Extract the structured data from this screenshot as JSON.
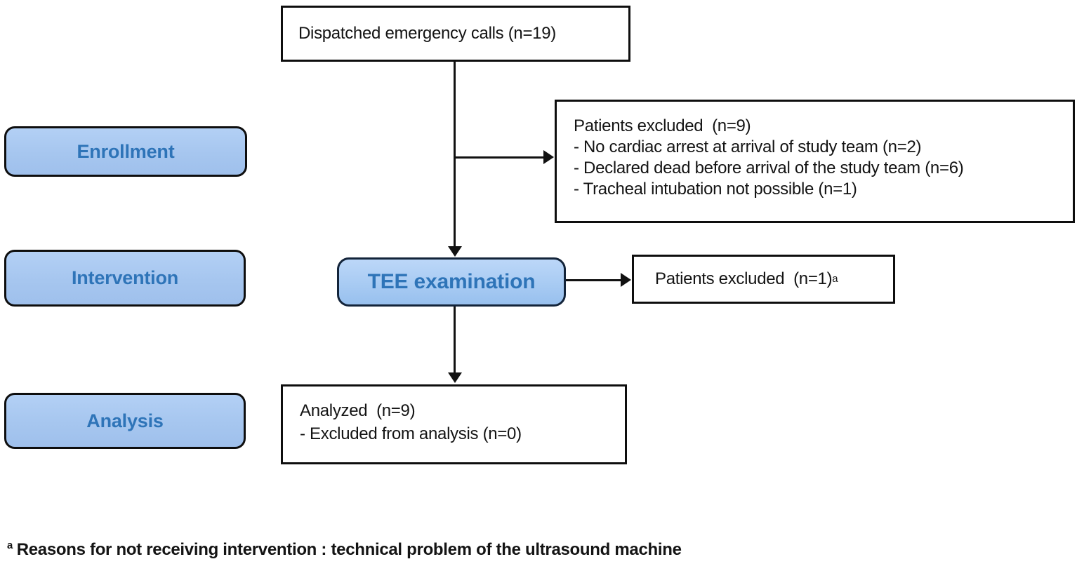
{
  "flow": {
    "top_box": {
      "text": "Dispatched emergency calls (n=19)"
    },
    "stages": [
      {
        "label": "Enrollment"
      },
      {
        "label": "Intervention"
      },
      {
        "label": "Analysis"
      }
    ],
    "exclusion_box_enrollment": {
      "title": "Patients excluded  (n=9)",
      "items": [
        "- No cardiac arrest at arrival of study team (n=2)",
        "- Declared dead before arrival of the study team (n=6)",
        "- Tracheal intubation not possible (n=1)"
      ]
    },
    "tee_box": {
      "text": "TEE examination"
    },
    "exclusion_box_intervention": {
      "label": "Patients excluded  (n=1)",
      "superscript": "a"
    },
    "analysis_box": {
      "title": "Analyzed  (n=9)",
      "items": [
        "- Excluded from analysis (n=0)"
      ]
    },
    "footnote": {
      "superscript": "a",
      "text": "Reasons for not receiving intervention : technical problem of the ultrasound machine"
    },
    "colors": {
      "stage_fill": "#a6c6ef",
      "stage_text": "#2e74b8",
      "box_border": "#0e0e0e",
      "arrow": "#111111"
    }
  }
}
